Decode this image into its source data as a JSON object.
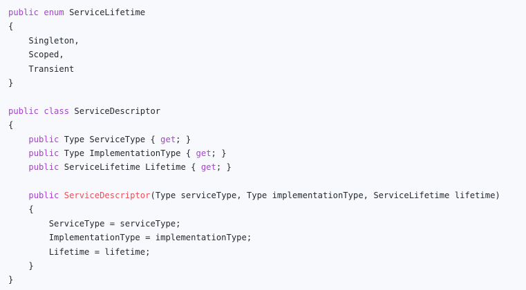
{
  "code": {
    "lines": [
      [
        {
          "t": "kw",
          "v": "public"
        },
        {
          "t": "pl",
          "v": " "
        },
        {
          "t": "kw",
          "v": "enum"
        },
        {
          "t": "pl",
          "v": " ServiceLifetime"
        }
      ],
      [
        {
          "t": "pl",
          "v": "{"
        }
      ],
      [
        {
          "t": "pl",
          "v": "    Singleton,"
        }
      ],
      [
        {
          "t": "pl",
          "v": "    Scoped,"
        }
      ],
      [
        {
          "t": "pl",
          "v": "    Transient"
        }
      ],
      [
        {
          "t": "pl",
          "v": "}"
        }
      ],
      [],
      [
        {
          "t": "kw",
          "v": "public"
        },
        {
          "t": "pl",
          "v": " "
        },
        {
          "t": "kw",
          "v": "class"
        },
        {
          "t": "pl",
          "v": " ServiceDescriptor"
        }
      ],
      [
        {
          "t": "pl",
          "v": "{"
        }
      ],
      [
        {
          "t": "pl",
          "v": "    "
        },
        {
          "t": "kw",
          "v": "public"
        },
        {
          "t": "pl",
          "v": " Type ServiceType { "
        },
        {
          "t": "kw",
          "v": "get"
        },
        {
          "t": "pl",
          "v": "; }"
        }
      ],
      [
        {
          "t": "pl",
          "v": "    "
        },
        {
          "t": "kw",
          "v": "public"
        },
        {
          "t": "pl",
          "v": " Type ImplementationType { "
        },
        {
          "t": "kw",
          "v": "get"
        },
        {
          "t": "pl",
          "v": "; }"
        }
      ],
      [
        {
          "t": "pl",
          "v": "    "
        },
        {
          "t": "kw",
          "v": "public"
        },
        {
          "t": "pl",
          "v": " ServiceLifetime Lifetime { "
        },
        {
          "t": "kw",
          "v": "get"
        },
        {
          "t": "pl",
          "v": "; }"
        }
      ],
      [],
      [
        {
          "t": "pl",
          "v": "    "
        },
        {
          "t": "kw",
          "v": "public"
        },
        {
          "t": "pl",
          "v": " "
        },
        {
          "t": "fn",
          "v": "ServiceDescriptor"
        },
        {
          "t": "pl",
          "v": "(Type serviceType, Type implementationType, ServiceLifetime lifetime)"
        }
      ],
      [
        {
          "t": "pl",
          "v": "    {"
        }
      ],
      [
        {
          "t": "pl",
          "v": "        ServiceType = serviceType;"
        }
      ],
      [
        {
          "t": "pl",
          "v": "        ImplementationType = implementationType;"
        }
      ],
      [
        {
          "t": "pl",
          "v": "        Lifetime = lifetime;"
        }
      ],
      [
        {
          "t": "pl",
          "v": "    }"
        }
      ],
      [
        {
          "t": "pl",
          "v": "}"
        }
      ]
    ]
  },
  "colors": {
    "background": "#f8f9fc",
    "keyword": "#a742d1",
    "function_name": "#e8505b",
    "plain_text": "#24292f"
  }
}
